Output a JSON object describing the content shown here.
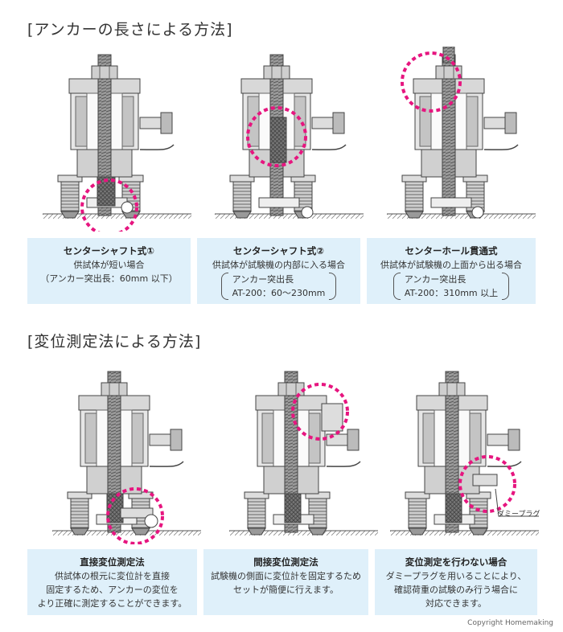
{
  "section1": {
    "title": "[アンカーの長さによる方法]",
    "captions": [
      {
        "title": "センターシャフト式①",
        "line1": "供試体が短い場合",
        "line2": "（アンカー突出長：60mm 以下）"
      },
      {
        "title": "センターシャフト式②",
        "line1": "供試体が試験機の内部に入る場合",
        "paren1": "アンカー突出長",
        "paren2": "AT-200：60～230mm"
      },
      {
        "title": "センターホール貫通式",
        "line1": "供試体が試験機の上面から出る場合",
        "paren1": "アンカー突出長",
        "paren2": "AT-200：310mm 以上"
      }
    ]
  },
  "section2": {
    "title": "[変位測定法による方法]",
    "captions": [
      {
        "title": "直接変位測定法",
        "line1": "供試体の根元に変位計を直接",
        "line2": "固定するため、アンカーの変位を",
        "line3": "より正確に測定することができます。"
      },
      {
        "title": "間接変位測定法",
        "line1": "試験機の側面に変位計を固定するため",
        "line2": "セットが簡便に行えます。"
      },
      {
        "title": "変位測定を行わない場合",
        "line1": "ダミープラグを用いることにより、",
        "line2": "確認荷重の試験のみ行う場合に",
        "line3": "対応できます。"
      }
    ],
    "dummy_label": "ダミープラグ"
  },
  "copyright": "Copyright  Homemaking",
  "colors": {
    "highlight": "#e6157f",
    "caption_bg": "#dff0fa",
    "metal_light": "#e4e4e4",
    "metal_mid": "#bdbdbd",
    "metal_dark": "#8a8a8a"
  }
}
